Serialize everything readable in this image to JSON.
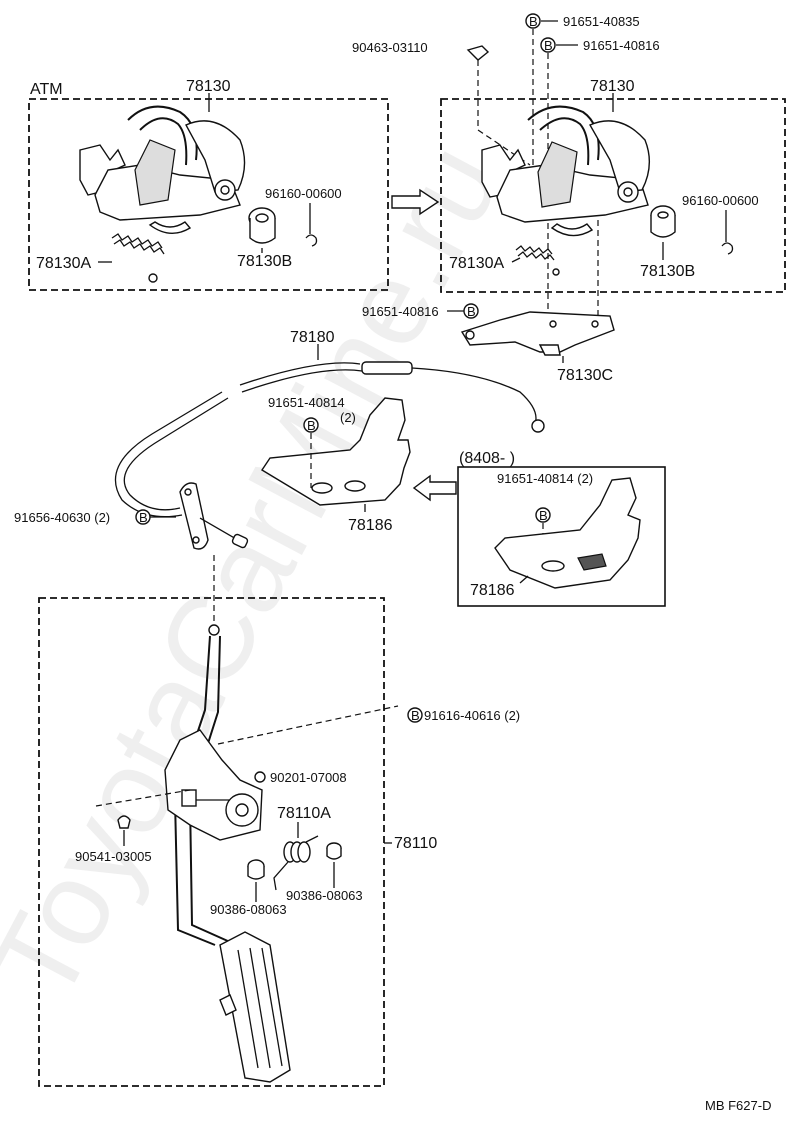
{
  "watermark": "ToyotaCarMine.ru",
  "labels": {
    "atm": "ATM",
    "p78130_left": "78130",
    "p78130_right": "78130",
    "p78130a_left": "78130A",
    "p78130a_right": "78130A",
    "p78130b_left": "78130B",
    "p78130b_right": "78130B",
    "p78130c": "78130C",
    "p96160_left": "96160-00600",
    "p96160_right": "96160-00600",
    "p91651_40835": "91651-40835",
    "p91651_40816_top": "91651-40816",
    "p90463": "90463-03110",
    "p91651_40816_mid": "91651-40816",
    "p78180": "78180",
    "p91651_40814": "91651-40814",
    "p91651_40814_qty": "(2)",
    "p84_date": "(8408-         )",
    "p91651_40814_right": "91651-40814 (2)",
    "p78186": "78186",
    "p78186_right": "78186",
    "p91656": "91656-40630 (2)",
    "p91616": "91616-40616 (2)",
    "p90201": "90201-07008",
    "p78110a": "78110A",
    "p78110": "78110",
    "p90541": "90541-03005",
    "p90386_left": "90386-08063",
    "p90386_right": "90386-08063",
    "footer": "MB  F627-D"
  },
  "symbol_letter": "B"
}
